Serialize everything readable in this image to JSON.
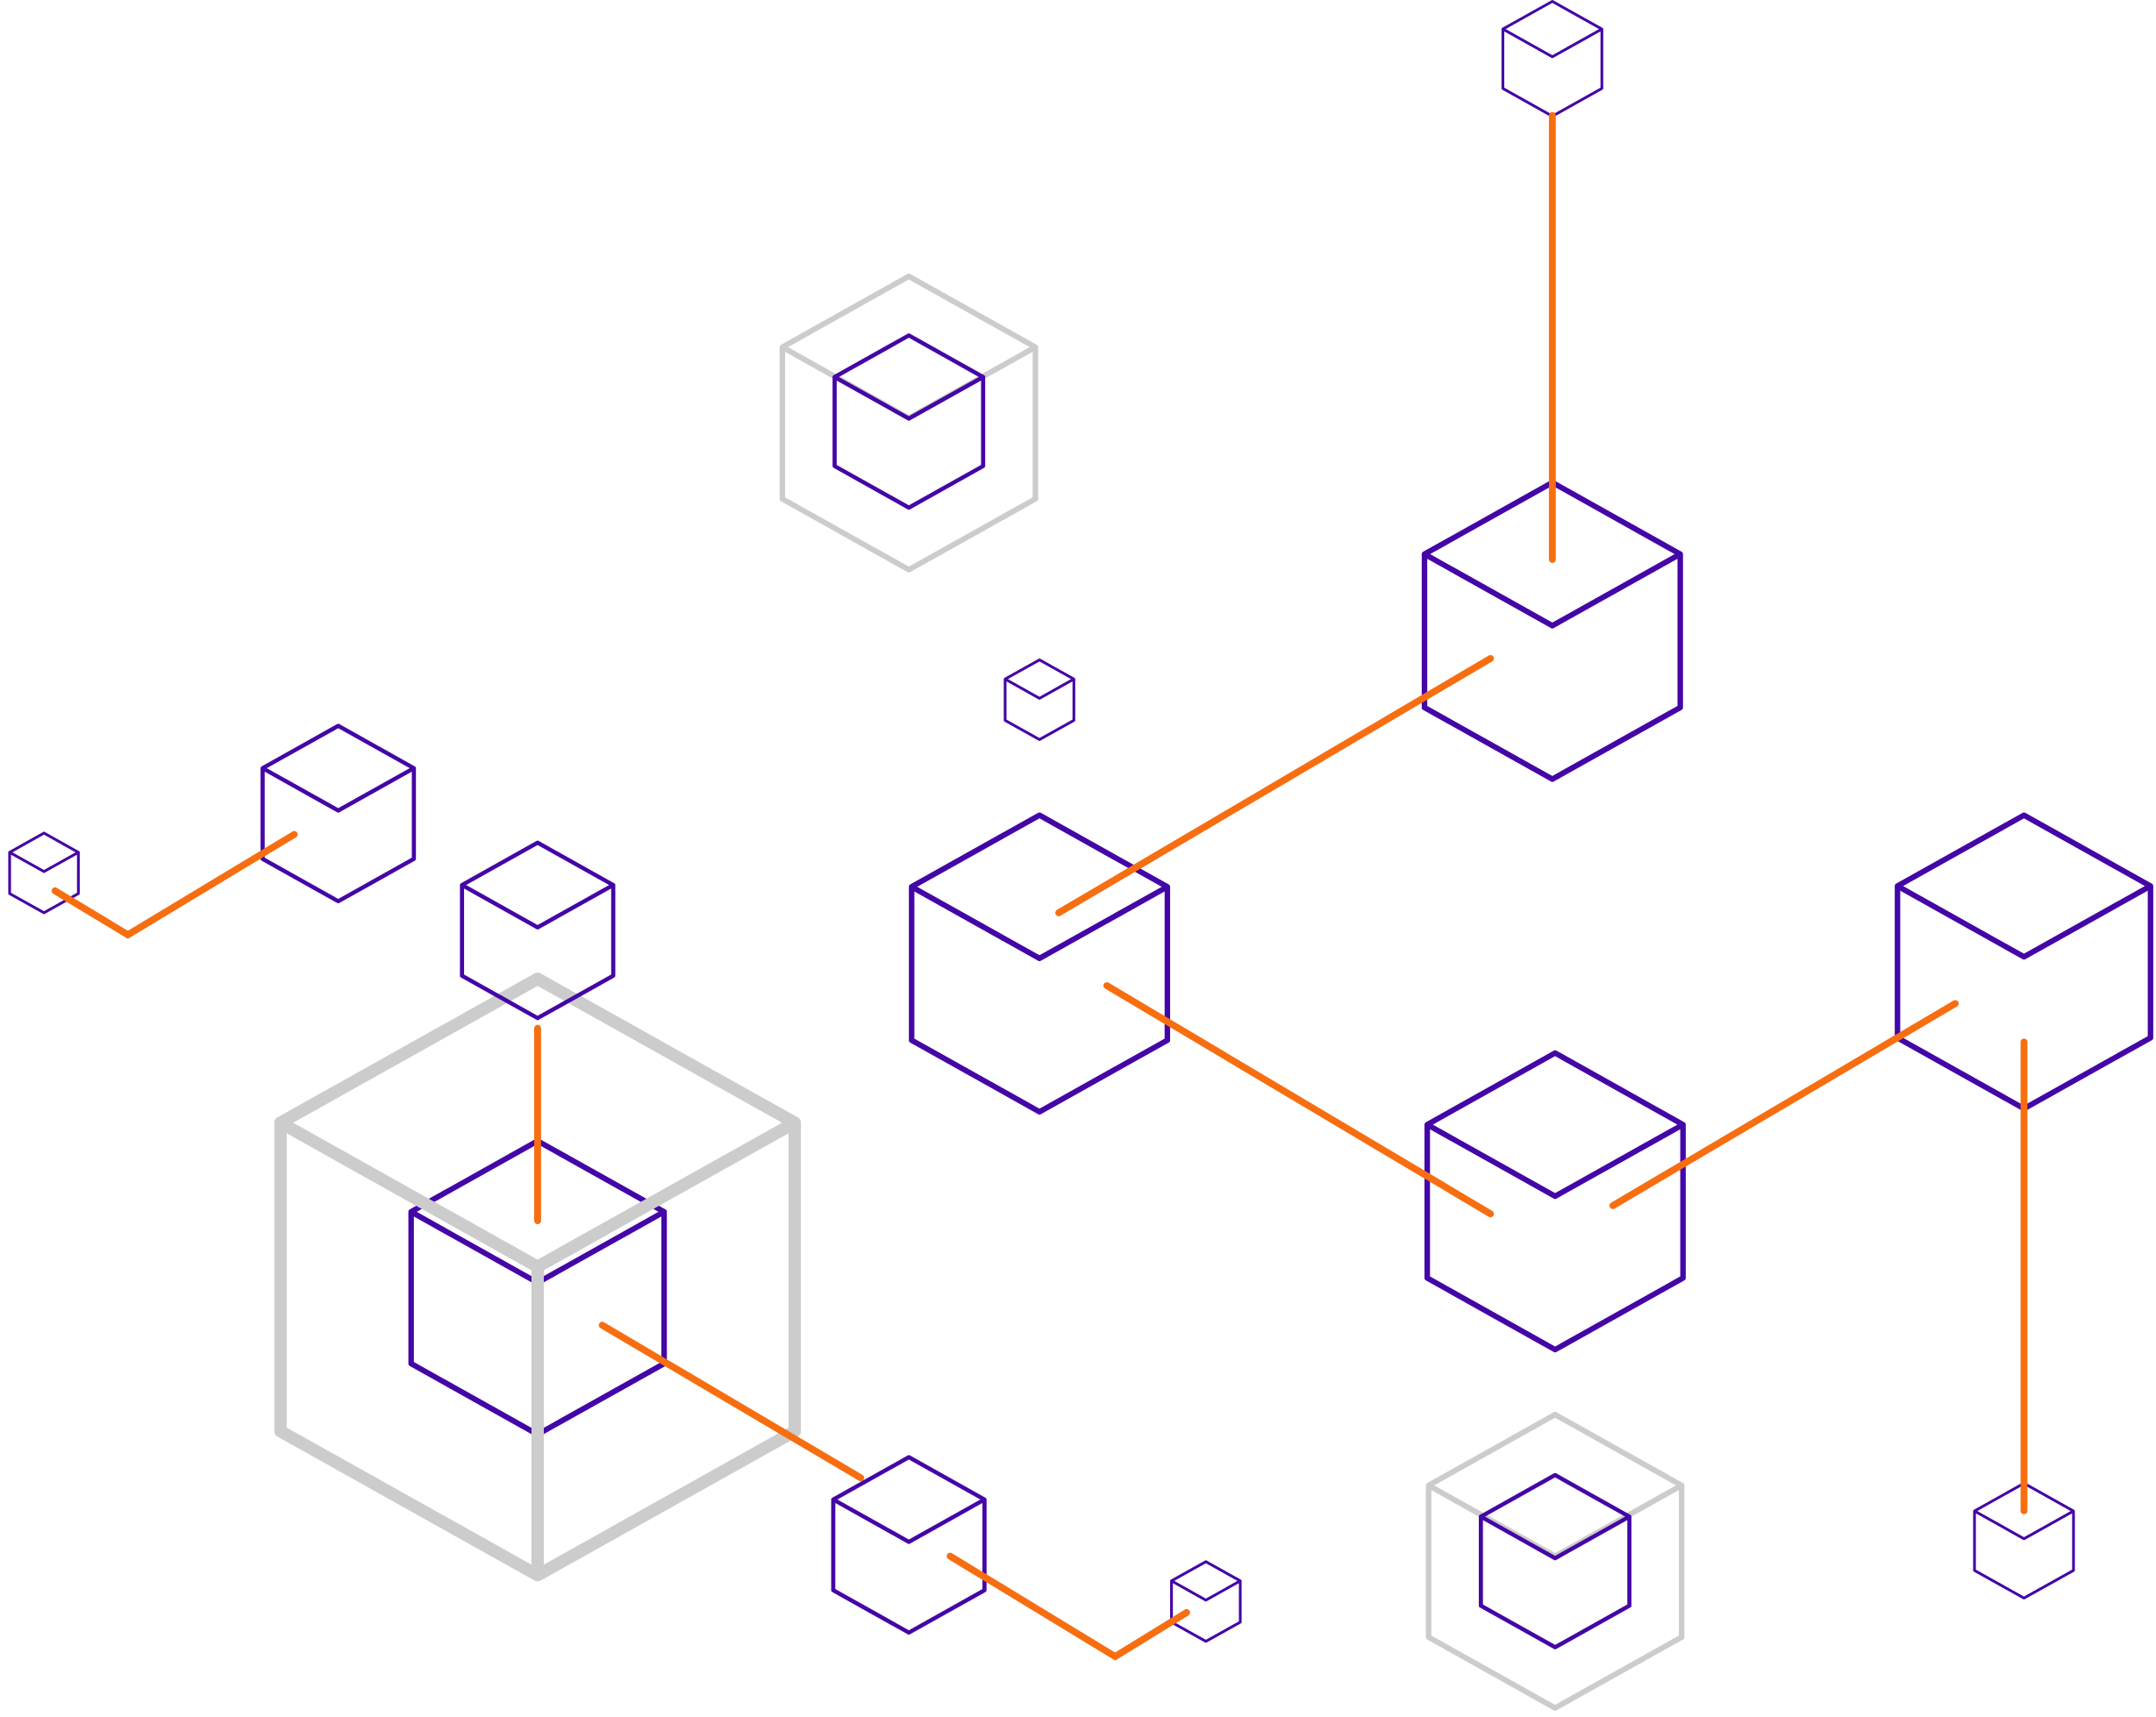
{
  "colors": {
    "background": "#ffffff",
    "cube_primary": "#4406a6",
    "cube_ghost": "#cccccc",
    "connector": "#f76e11"
  },
  "diagram": {
    "kind": "isometric-cube-network",
    "cube_count": 21,
    "connector_count": 10,
    "text": []
  }
}
